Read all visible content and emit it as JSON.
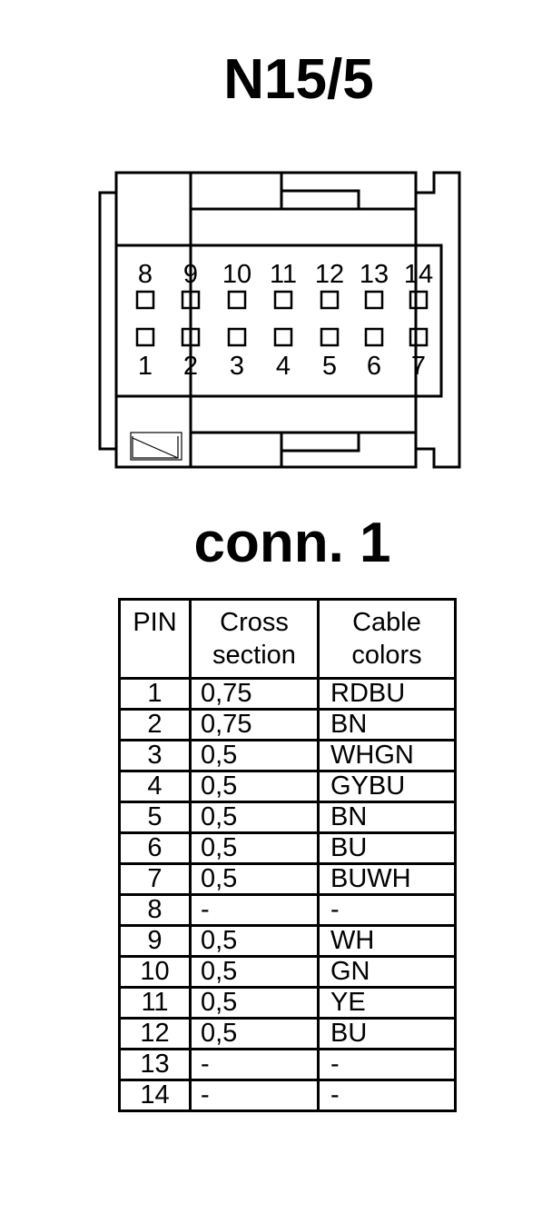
{
  "title": "N15/5",
  "subtitle": "conn. 1",
  "connector": {
    "top_row": [
      "8",
      "9",
      "10",
      "11",
      "12",
      "13",
      "14"
    ],
    "bottom_row": [
      "1",
      "2",
      "3",
      "4",
      "5",
      "6",
      "7"
    ]
  },
  "table": {
    "headers": {
      "pin": "PIN",
      "cross_line1": "Cross",
      "cross_line2": "section",
      "color_line1": "Cable",
      "color_line2": "colors"
    },
    "rows": [
      {
        "pin": "1",
        "cross": "0,75",
        "color": "RDBU"
      },
      {
        "pin": "2",
        "cross": "0,75",
        "color": "BN"
      },
      {
        "pin": "3",
        "cross": "0,5",
        "color": "WHGN"
      },
      {
        "pin": "4",
        "cross": "0,5",
        "color": "GYBU"
      },
      {
        "pin": "5",
        "cross": "0,5",
        "color": "BN"
      },
      {
        "pin": "6",
        "cross": "0,5",
        "color": "BU"
      },
      {
        "pin": "7",
        "cross": "0,5",
        "color": "BUWH"
      },
      {
        "pin": "8",
        "cross": "-",
        "color": "-"
      },
      {
        "pin": "9",
        "cross": "0,5",
        "color": "WH"
      },
      {
        "pin": "10",
        "cross": "0,5",
        "color": "GN"
      },
      {
        "pin": "11",
        "cross": "0,5",
        "color": "YE"
      },
      {
        "pin": "12",
        "cross": "0,5",
        "color": "BU"
      },
      {
        "pin": "13",
        "cross": "-",
        "color": "-"
      },
      {
        "pin": "14",
        "cross": "-",
        "color": "-"
      }
    ]
  }
}
